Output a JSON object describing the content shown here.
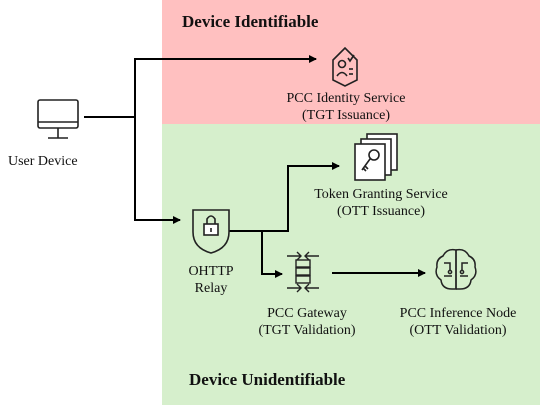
{
  "zones": {
    "identifiable": {
      "title": "Device Identifiable",
      "color": "#ffc0c0"
    },
    "unidentifiable": {
      "title": "Device Unidentifiable",
      "color": "#d6efcc"
    }
  },
  "nodes": {
    "user_device": {
      "label": "User Device",
      "icon": "monitor-icon"
    },
    "identity_service": {
      "line1": "PCC Identity Service",
      "line2": "(TGT Issuance)",
      "icon": "id-badge-icon"
    },
    "token_granting": {
      "line1": "Token Granting Service",
      "line2": "(OTT Issuance)",
      "icon": "key-documents-icon"
    },
    "ohttp_relay": {
      "line1": "OHTTP",
      "line2": "Relay",
      "icon": "shield-lock-icon"
    },
    "gateway": {
      "line1": "PCC Gateway",
      "line2": "(TGT Validation)",
      "icon": "server-arrows-icon"
    },
    "inference_node": {
      "line1": "PCC Inference Node",
      "line2": "(OTT Validation)",
      "icon": "brain-circuit-icon"
    }
  }
}
